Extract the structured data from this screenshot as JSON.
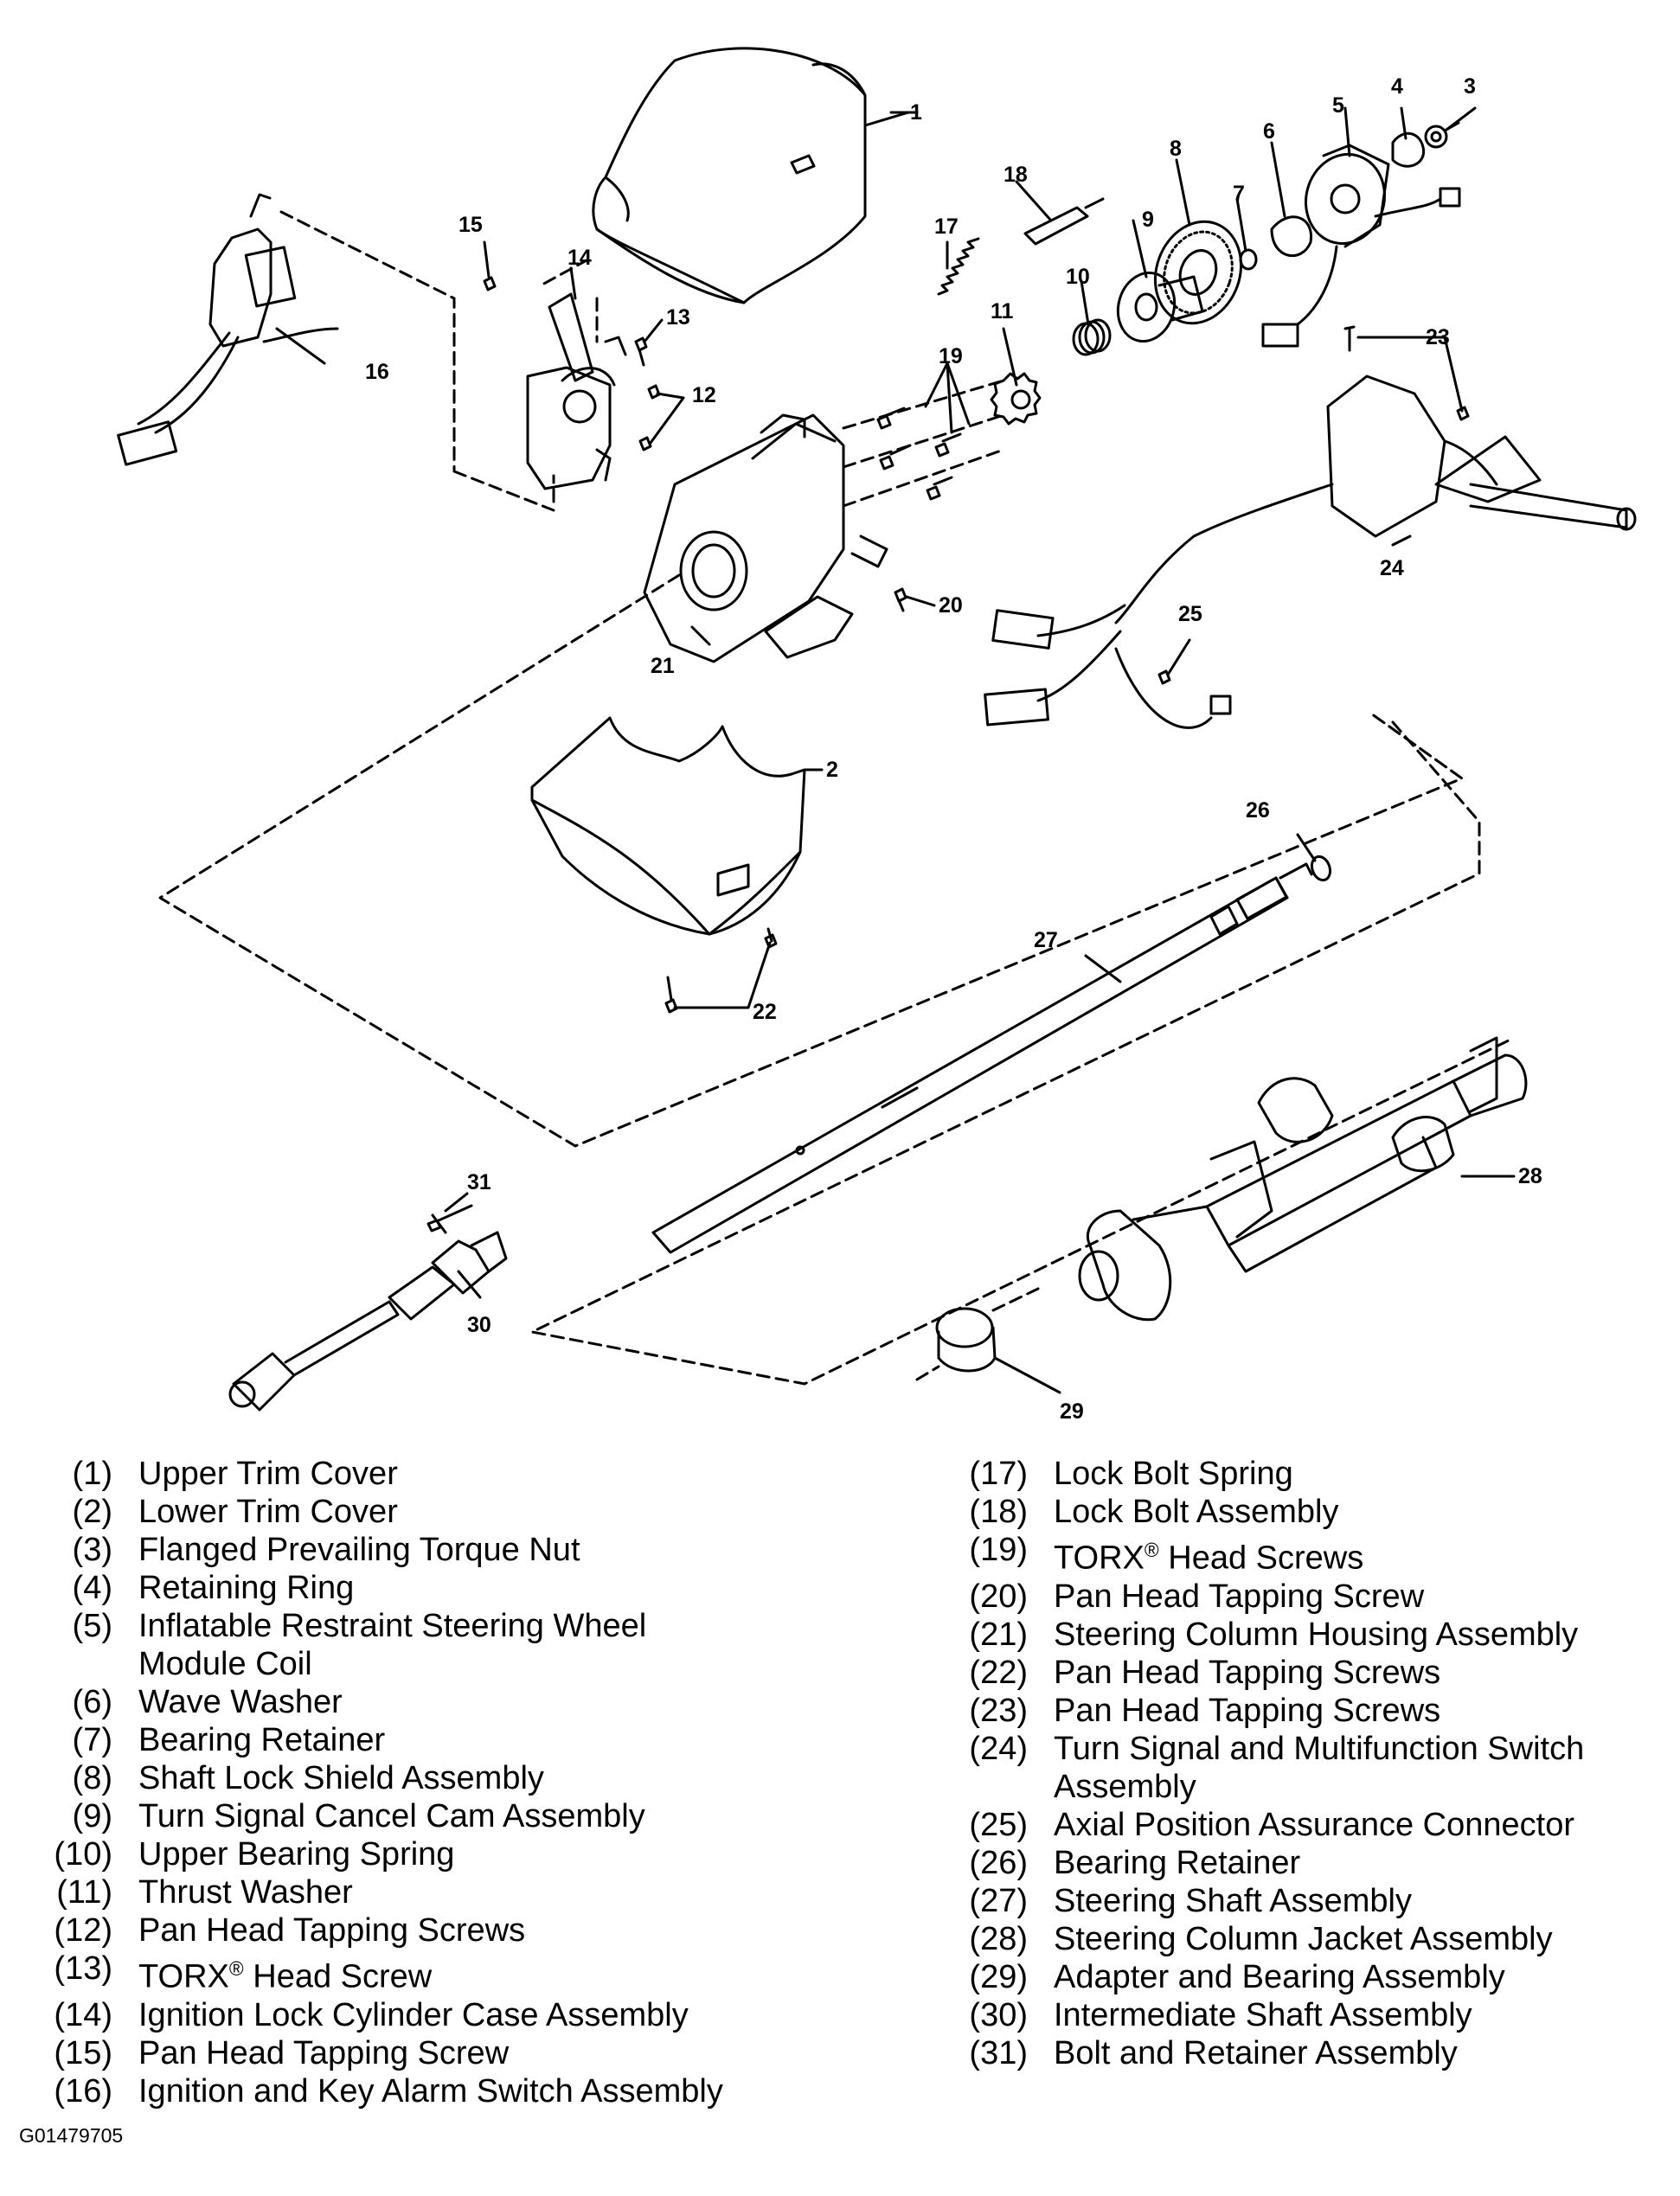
{
  "callouts": [
    "1",
    "2",
    "3",
    "4",
    "5",
    "6",
    "7",
    "8",
    "9",
    "10",
    "11",
    "12",
    "13",
    "14",
    "15",
    "16",
    "17",
    "18",
    "19",
    "20",
    "21",
    "22",
    "23",
    "24",
    "25",
    "26",
    "27",
    "28",
    "29",
    "30",
    "31"
  ],
  "legend_left": [
    {
      "num": "(1)",
      "label": "Upper Trim Cover"
    },
    {
      "num": "(2)",
      "label": "Lower Trim Cover"
    },
    {
      "num": "(3)",
      "label": "Flanged Prevailing Torque Nut"
    },
    {
      "num": "(4)",
      "label": "Retaining Ring"
    },
    {
      "num": "(5)",
      "label": "Inflatable Restraint Steering Wheel",
      "label2": "Module Coil"
    },
    {
      "num": "(6)",
      "label": "Wave Washer"
    },
    {
      "num": "(7)",
      "label": "Bearing Retainer"
    },
    {
      "num": "(8)",
      "label": "Shaft Lock Shield Assembly"
    },
    {
      "num": "(9)",
      "label": "Turn Signal Cancel Cam Assembly"
    },
    {
      "num": "(10)",
      "label": "Upper Bearing Spring"
    },
    {
      "num": "(11)",
      "label": "Thrust Washer"
    },
    {
      "num": "(12)",
      "label": "Pan Head Tapping Screws"
    },
    {
      "num": "(13)",
      "label": "TORX® Head Screw"
    },
    {
      "num": "(14)",
      "label": "Ignition Lock Cylinder Case Assembly"
    },
    {
      "num": "(15)",
      "label": "Pan Head Tapping Screw"
    },
    {
      "num": "(16)",
      "label": "Ignition and Key Alarm Switch Assembly"
    }
  ],
  "legend_right": [
    {
      "num": "(17)",
      "label": "Lock Bolt Spring"
    },
    {
      "num": "(18)",
      "label": "Lock Bolt Assembly"
    },
    {
      "num": "(19)",
      "label": "TORX® Head Screws"
    },
    {
      "num": "(20)",
      "label": "Pan Head Tapping Screw"
    },
    {
      "num": "(21)",
      "label": "Steering Column Housing Assembly"
    },
    {
      "num": "(22)",
      "label": "Pan Head Tapping Screws"
    },
    {
      "num": "(23)",
      "label": "Pan Head Tapping Screws"
    },
    {
      "num": "(24)",
      "label": "Turn Signal and Multifunction Switch",
      "label2": "Assembly"
    },
    {
      "num": "(25)",
      "label": "Axial Position Assurance Connector"
    },
    {
      "num": "(26)",
      "label": "Bearing Retainer"
    },
    {
      "num": "(27)",
      "label": "Steering Shaft Assembly"
    },
    {
      "num": "(28)",
      "label": "Steering Column Jacket Assembly"
    },
    {
      "num": "(29)",
      "label": "Adapter and Bearing Assembly"
    },
    {
      "num": "(30)",
      "label": "Intermediate Shaft Assembly"
    },
    {
      "num": "(31)",
      "label": "Bolt and Retainer Assembly"
    }
  ],
  "figure_id": "G01479705"
}
